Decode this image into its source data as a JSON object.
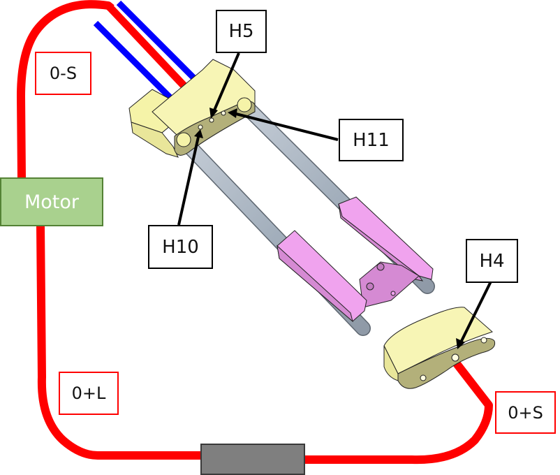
{
  "diagram": {
    "hole_labels": {
      "h5": "H5",
      "h11": "H11",
      "h10": "H10",
      "h4": "H4"
    },
    "position_labels": {
      "zero_minus_s": "0-S",
      "zero_plus_l": "0+L",
      "zero_plus_s": "0+S"
    },
    "motor_label": "Motor",
    "colors": {
      "cable": "#ff0000",
      "guide_wire": "#0000ff",
      "bracket": "#f5f3a8",
      "bracket_face": "#b3b07a",
      "rod": "#a9b5c2",
      "carriage": "#f0a3ee",
      "motor_fill": "#a9d18e",
      "motor_border": "#548235",
      "inline_block": "#7f7f7f",
      "label_border": "#000000",
      "position_label_border": "#ff0000"
    }
  }
}
